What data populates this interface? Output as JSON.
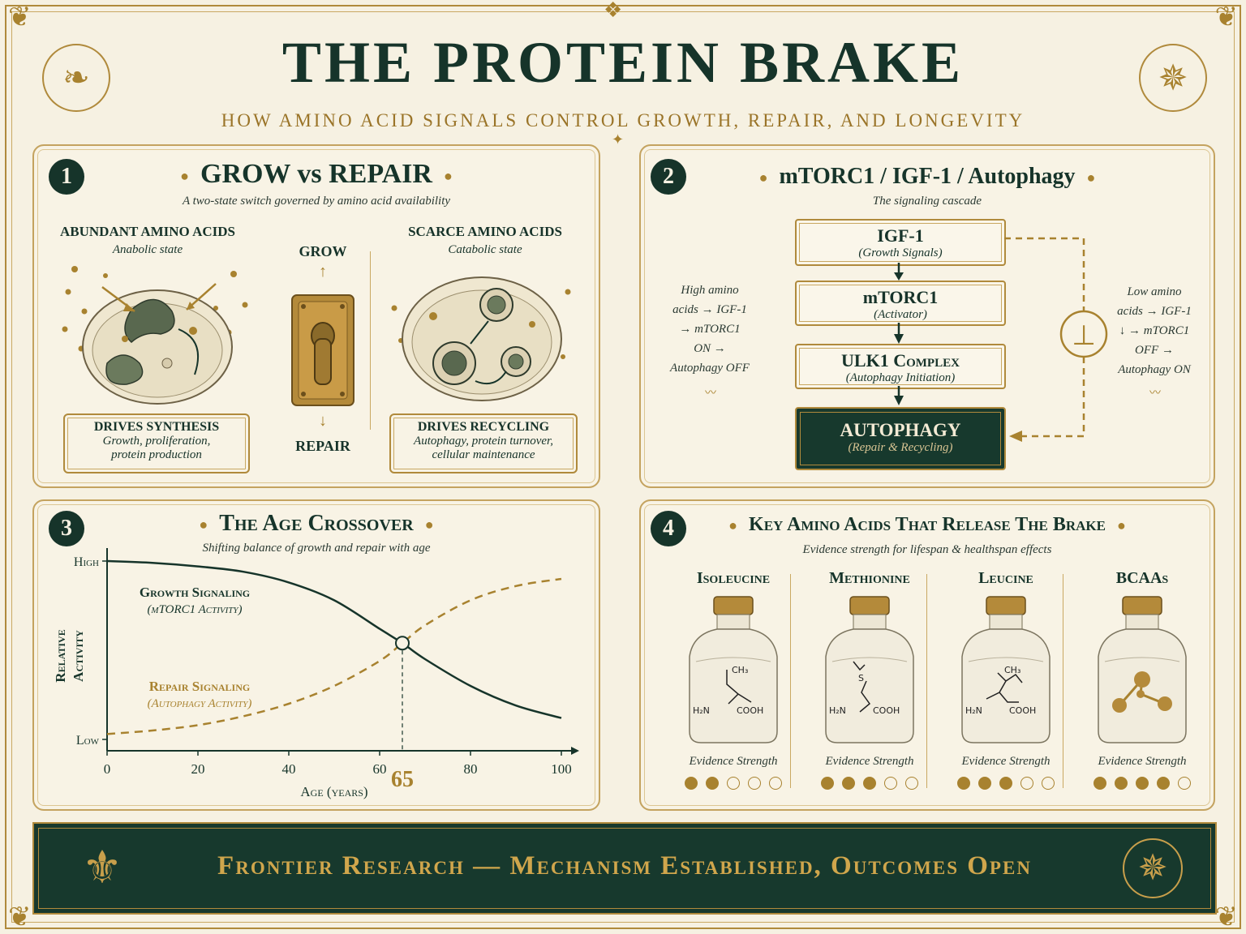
{
  "header": {
    "title": "THE PROTEIN BRAKE",
    "subtitle": "HOW AMINO ACID SIGNALS CONTROL GROWTH, REPAIR, AND LONGEVITY"
  },
  "panel1": {
    "number": "1",
    "title": "GROW vs REPAIR",
    "subtitle": "A two-state switch governed by amino acid availability",
    "left": {
      "heading": "ABUNDANT AMINO ACIDS",
      "state": "Anabolic state",
      "box_title": "DRIVES SYNTHESIS",
      "box_line1": "Growth, proliferation,",
      "box_line2": "protein production"
    },
    "switch": {
      "top_label": "GROW",
      "bottom_label": "REPAIR"
    },
    "right": {
      "heading": "SCARCE AMINO ACIDS",
      "state": "Catabolic state",
      "box_title": "DRIVES RECYCLING",
      "box_line1": "Autophagy, protein turnover,",
      "box_line2": "cellular maintenance"
    }
  },
  "panel2": {
    "number": "2",
    "title": "mTORC1 / IGF-1 / Autophagy",
    "subtitle": "The signaling cascade",
    "flow": [
      {
        "name": "IGF-1",
        "desc": "(Growth Signals)"
      },
      {
        "name": "mTORC1",
        "desc": "(Activator)"
      },
      {
        "name": "ULK1 Complex",
        "desc": "(Autophagy Initiation)"
      },
      {
        "name": "AUTOPHAGY",
        "desc": "(Repair & Recycling)"
      }
    ],
    "left_note": [
      "High amino",
      "acids → IGF-1",
      "→ mTORC1",
      "ON →",
      "Autophagy OFF"
    ],
    "right_note": [
      "Low amino",
      "acids → IGF-1",
      "↓ → mTORC1",
      "OFF →",
      "Autophagy ON"
    ],
    "inhibit_symbol": "⊥"
  },
  "panel3": {
    "number": "3",
    "title": "The Age Crossover",
    "subtitle": "Shifting balance of growth and repair with age",
    "chart_data": {
      "type": "line",
      "title": "The Age Crossover",
      "xlabel": "Age (years)",
      "ylabel": "Relative Activity",
      "xlim": [
        0,
        100
      ],
      "xticks": [
        0,
        20,
        40,
        60,
        80,
        100
      ],
      "yticks": [
        "High",
        "Low"
      ],
      "ylim": [
        0,
        1
      ],
      "crossover_x": 65,
      "crossover_label": "65",
      "series": [
        {
          "name": "Growth Signaling",
          "sub": "(mTORC1 Activity)",
          "color": "#16342a",
          "style": "solid",
          "x": [
            0,
            10,
            20,
            30,
            40,
            50,
            60,
            65,
            70,
            80,
            90,
            100
          ],
          "y": [
            1.0,
            0.99,
            0.97,
            0.94,
            0.88,
            0.78,
            0.62,
            0.54,
            0.45,
            0.3,
            0.19,
            0.12
          ]
        },
        {
          "name": "Repair Signaling",
          "sub": "(Autophagy Activity)",
          "color": "#a8822f",
          "style": "dashed",
          "x": [
            0,
            10,
            20,
            30,
            40,
            50,
            60,
            65,
            70,
            80,
            90,
            100
          ],
          "y": [
            0.03,
            0.05,
            0.08,
            0.13,
            0.2,
            0.3,
            0.44,
            0.54,
            0.64,
            0.78,
            0.86,
            0.9
          ]
        }
      ]
    }
  },
  "panel4": {
    "number": "4",
    "title": "Key Amino Acids That Release The Brake",
    "subtitle": "Evidence strength for lifespan & healthspan effects",
    "evidence_label": "Evidence Strength",
    "items": [
      {
        "name": "Isoleucine",
        "score": 2,
        "max": 5,
        "formula_top": "CH₃",
        "formula_left": "H₂N",
        "formula_right": "COOH"
      },
      {
        "name": "Methionine",
        "score": 3,
        "max": 5,
        "formula_top": "S",
        "formula_left": "H₂N",
        "formula_right": "COOH"
      },
      {
        "name": "Leucine",
        "score": 3,
        "max": 5,
        "formula_top": "CH₃",
        "formula_left": "H₂N",
        "formula_right": "COOH"
      },
      {
        "name": "BCAAs",
        "score": 4,
        "max": 5
      }
    ]
  },
  "banner": {
    "text": "Frontier Research — Mechanism Established, Outcomes Open"
  },
  "colors": {
    "dark_green": "#16342a",
    "gold": "#a8822f",
    "paper": "#f6f1e2"
  }
}
